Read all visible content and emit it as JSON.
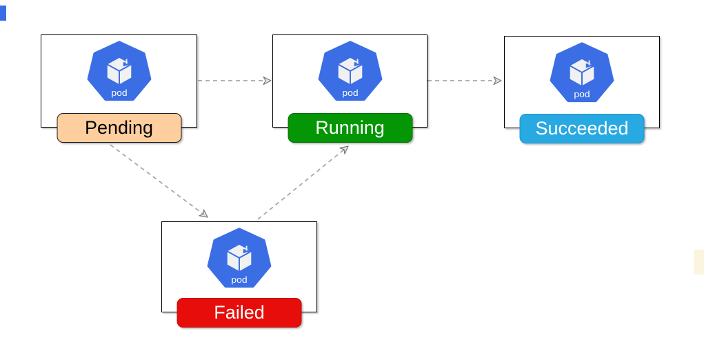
{
  "diagram": {
    "type": "state-diagram",
    "subject": "kubernetes-pod-lifecycle",
    "nodes": [
      {
        "id": "pending",
        "state": "Pending",
        "icon": "kubernetes-pod-icon",
        "icon_text": "pod",
        "badge_fill": "#FFCE9E",
        "badge_border": "#1A1A1A",
        "badge_text_color": "#000000"
      },
      {
        "id": "running",
        "state": "Running",
        "icon": "kubernetes-pod-icon",
        "icon_text": "pod",
        "badge_fill": "#049604",
        "badge_border": "#056E05",
        "badge_text_color": "#FFFFFF"
      },
      {
        "id": "succeeded",
        "state": "Succeeded",
        "icon": "kubernetes-pod-icon",
        "icon_text": "pod",
        "badge_fill": "#29A9E1",
        "badge_border": "#1B93CC",
        "badge_text_color": "#FFFFFF"
      },
      {
        "id": "failed",
        "state": "Failed",
        "icon": "kubernetes-pod-icon",
        "icon_text": "pod",
        "badge_fill": "#E60D0A",
        "badge_border": "#C40A08",
        "badge_text_color": "#FFFFFF"
      }
    ],
    "edges": [
      {
        "from": "Pending",
        "to": "Running",
        "style": "dashed-arrow"
      },
      {
        "from": "Running",
        "to": "Succeeded",
        "style": "dashed-arrow"
      },
      {
        "from": "Pending",
        "to": "Failed",
        "style": "dashed-arrow"
      },
      {
        "from": "Failed",
        "to": "Running",
        "style": "dashed-arrow"
      }
    ],
    "colors": {
      "pod_blue": "#3B6EE5",
      "cube_face": "#F1F1F1",
      "box_fill": "#FFFFFF",
      "box_border": "#000000",
      "edge_gray": "#A8A8A8",
      "arrowhead_fill": "#E3E3E3",
      "arrowhead_stroke": "#777777",
      "artifact_blue": "#3B6EE5",
      "artifact_cream": "#FBF4DF"
    }
  }
}
